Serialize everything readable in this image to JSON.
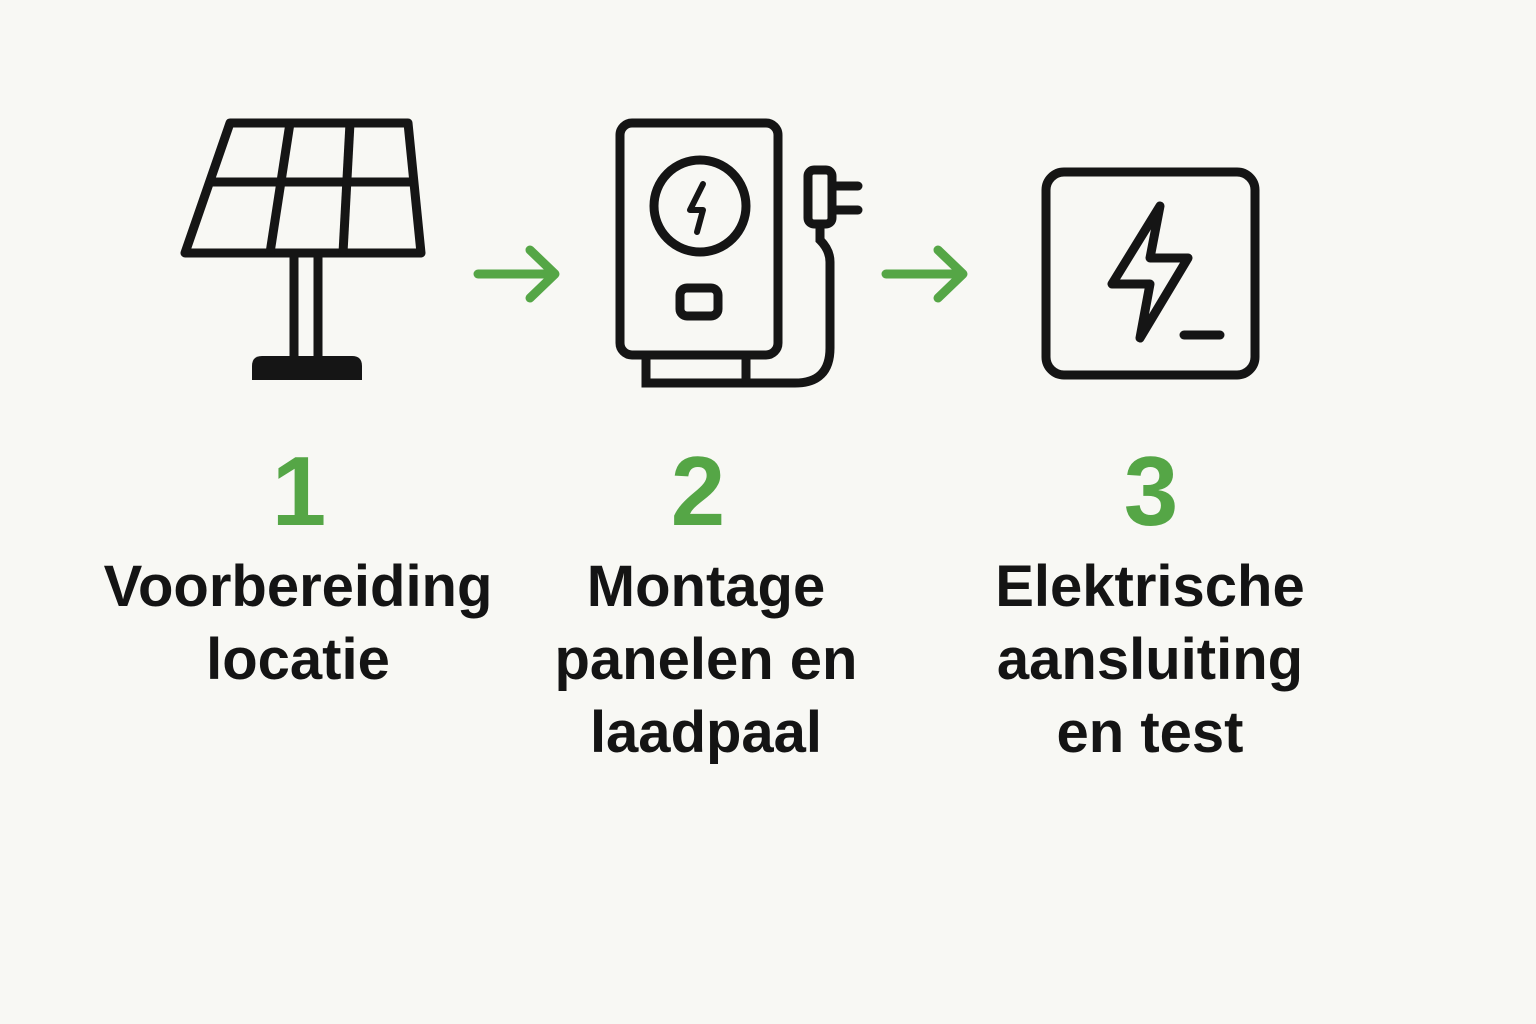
{
  "accent_color": "#55a646",
  "steps": [
    {
      "number": "1",
      "icon": "solar-panel-icon",
      "label_lines": [
        "Voorbereiding",
        "locatie"
      ]
    },
    {
      "number": "2",
      "icon": "charging-station-icon",
      "label_lines": [
        "Montage",
        "panelen en",
        "laadpaal"
      ]
    },
    {
      "number": "3",
      "icon": "electrical-box-icon",
      "label_lines": [
        "Elektrische",
        "aansluiting",
        "en test"
      ]
    }
  ],
  "connectors": [
    "arrow-right-icon",
    "arrow-right-icon"
  ]
}
